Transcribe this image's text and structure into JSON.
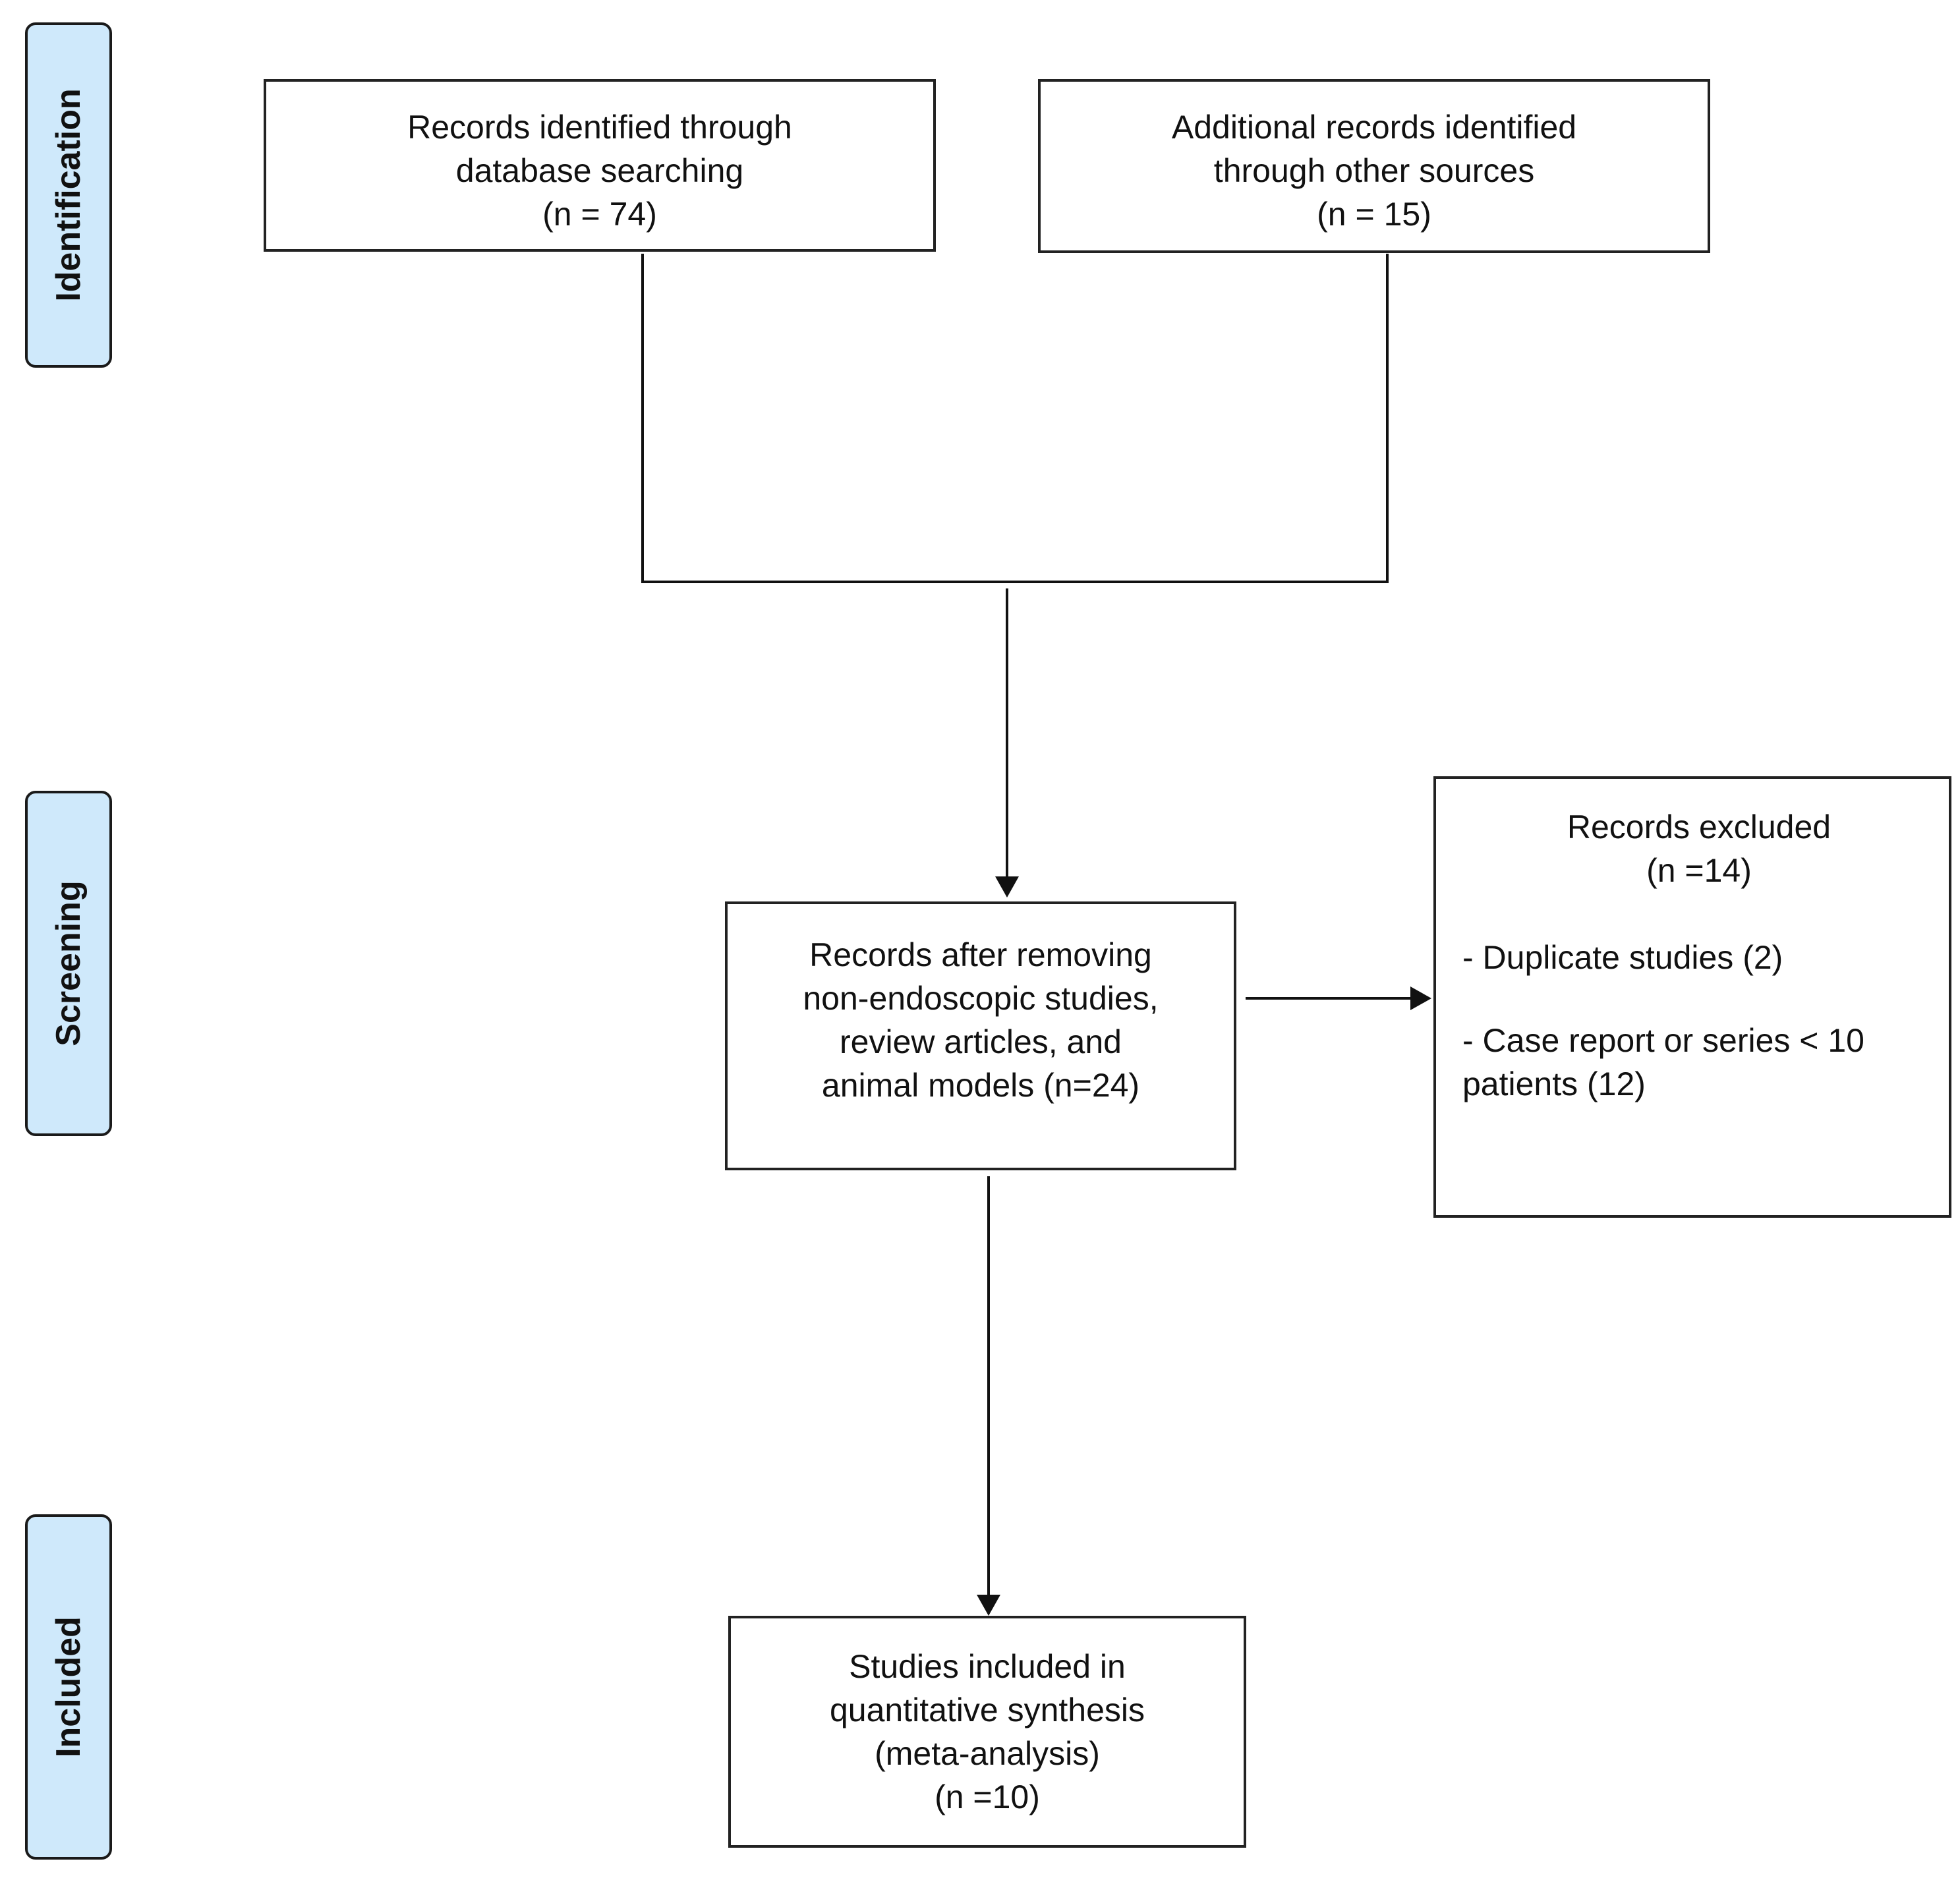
{
  "phases": {
    "identification": "Identification",
    "screening": "Screening",
    "included": "Included"
  },
  "boxes": {
    "database": {
      "line1": "Records identified through",
      "line2": "database searching",
      "line3": "(n = 74)"
    },
    "additional": {
      "line1": "Additional records identified",
      "line2": "through other sources",
      "line3": "(n = 15)"
    },
    "screened": {
      "line1": "Records after removing",
      "line2": "non-endoscopic studies,",
      "line3": "review articles, and",
      "line4": "animal models (n=24)"
    },
    "excluded": {
      "title": "Records excluded",
      "count": "(n =14)",
      "reason1": "- Duplicate studies (2)",
      "reason2_line1": "- Case report or series < 10",
      "reason2_line2": "patients (12)"
    },
    "included": {
      "line1": "Studies included in",
      "line2": "quantitative synthesis",
      "line3": "(meta-analysis)",
      "line4": "(n =10)"
    }
  }
}
